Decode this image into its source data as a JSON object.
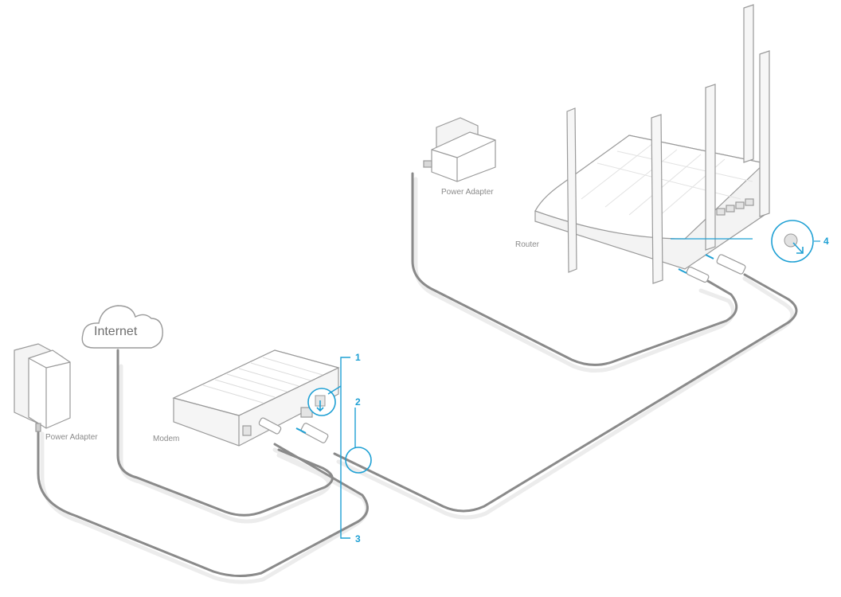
{
  "labels": {
    "internet": "Internet",
    "modem": "Modem",
    "router": "Router",
    "power_adapter_left": "Power Adapter",
    "power_adapter_top": "Power Adapter"
  },
  "steps": [
    "1",
    "2",
    "3",
    "4"
  ],
  "colors": {
    "cable": "#8c8c8c",
    "cable_shadow": "#e9e9e9",
    "device_stroke": "#9a9a9a",
    "accent": "#1ea0d4"
  },
  "icons": [
    "cloud-icon",
    "power-adapter-icon",
    "modem-icon",
    "router-icon",
    "antenna-icon",
    "ethernet-plug-icon",
    "power-plug-icon"
  ]
}
